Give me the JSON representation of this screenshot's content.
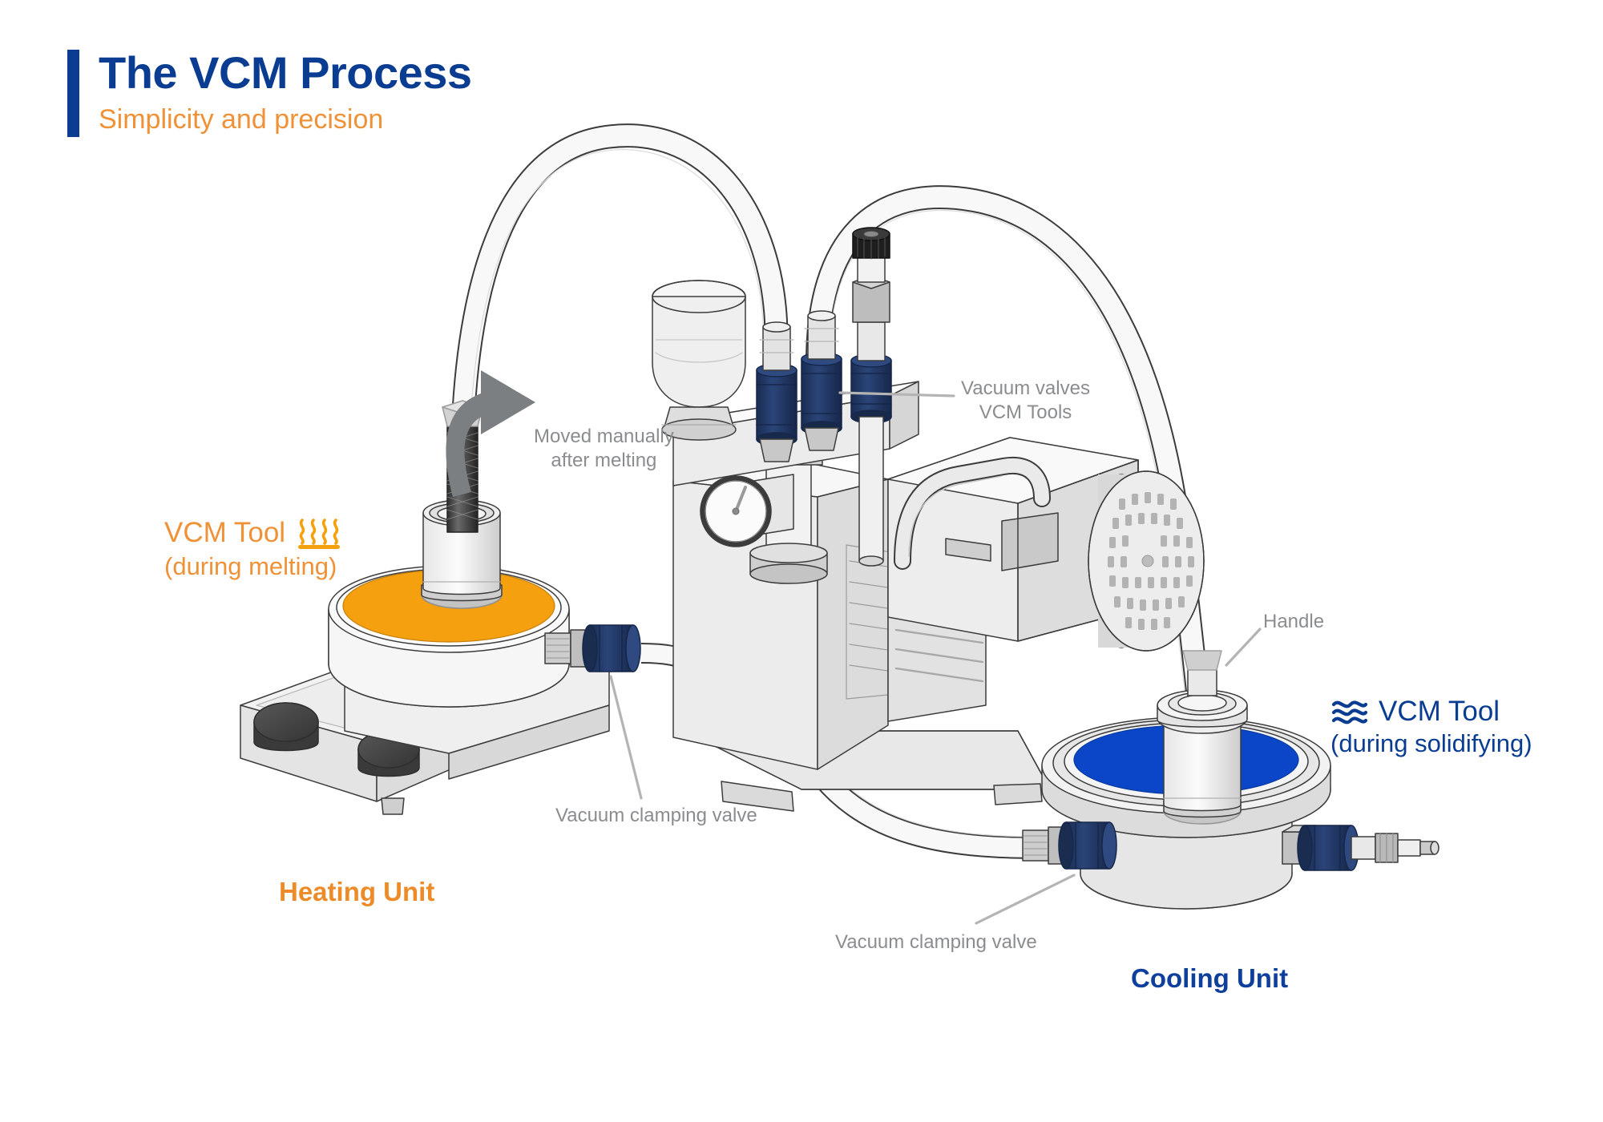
{
  "header": {
    "title": "The VCM Process",
    "subtitle": "Simplicity and precision",
    "accent_color": "#0a3d91",
    "subtitle_color": "#ef9237"
  },
  "labels": {
    "vcm_tool_hot": {
      "name": "VCM Tool",
      "state": "(during melting)",
      "icon": "heat-waves-icon",
      "color": "#ef9237"
    },
    "vcm_tool_cold": {
      "name": "VCM Tool",
      "state": "(during solidifying)",
      "icon": "cold-waves-icon",
      "color": "#0a3d91"
    },
    "heating_unit": {
      "text": "Heating Unit",
      "color": "#ec8b28"
    },
    "cooling_unit": {
      "text": "Cooling Unit",
      "color": "#0e3f9c"
    }
  },
  "callouts": {
    "moved_manually": {
      "line1": "Moved manually",
      "line2": "after melting",
      "color": "#8a8d8f"
    },
    "vacuum_valves": {
      "line1": "Vacuum valves",
      "line2": "VCM Tools",
      "color": "#8a8d8f"
    },
    "handle": {
      "text": "Handle",
      "color": "#8a8d8f"
    },
    "vacuum_clamping_valve_left": {
      "text": "Vacuum clamping valve",
      "color": "#8a8d8f"
    },
    "vacuum_clamping_valve_right": {
      "text": "Vacuum clamping valve",
      "color": "#8a8d8f"
    }
  },
  "illustration": {
    "heating_plate_color": "#F5A00F",
    "cooling_plate_color": "#0B46C8",
    "valve_body_color": "#223a6b",
    "metal_light": "#f2f2f2",
    "metal_mid": "#d8d8d8",
    "metal_dark": "#b5b5b5",
    "outline_color": "#3c3c3c",
    "knob_color": "#4a4a4a",
    "hose_fill": "#fafafa",
    "components": [
      "vacuum-pump",
      "oil-mist-filter",
      "pressure-gauge",
      "valve-manifold",
      "vacuum-valve-1",
      "vacuum-valve-2",
      "vacuum-valve-3",
      "pump-handle",
      "heating-unit",
      "heating-plate",
      "vcm-tool-hot",
      "braided-hose",
      "cooling-unit",
      "cooling-plate",
      "vcm-tool-cold",
      "vacuum-hose-left",
      "vacuum-hose-right",
      "clamping-valve-left",
      "clamping-valve-right"
    ]
  }
}
